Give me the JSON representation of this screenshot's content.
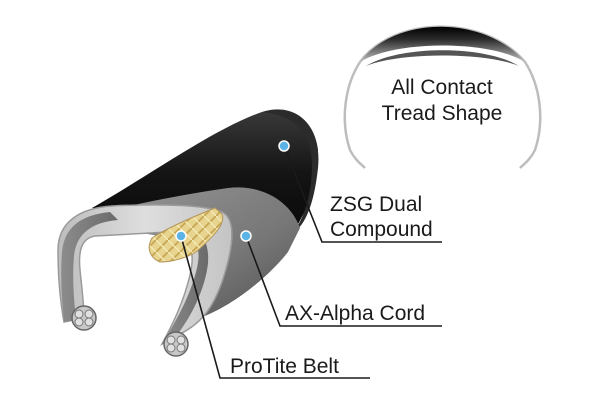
{
  "tread_label": {
    "line1": "All Contact",
    "line2": "Tread Shape"
  },
  "callouts": {
    "zsg_line1": "ZSG Dual",
    "zsg_line2": "Compound",
    "ax_alpha": "AX-Alpha Cord",
    "protite": "ProTite Belt"
  },
  "colors": {
    "rubber_dark": "#1c1c1c",
    "casing_gray": "#7a7a7a",
    "inner_light": "#d2d2d2",
    "belt_tan": "#d9c27a",
    "marker_blue": "#5bb4e5"
  }
}
